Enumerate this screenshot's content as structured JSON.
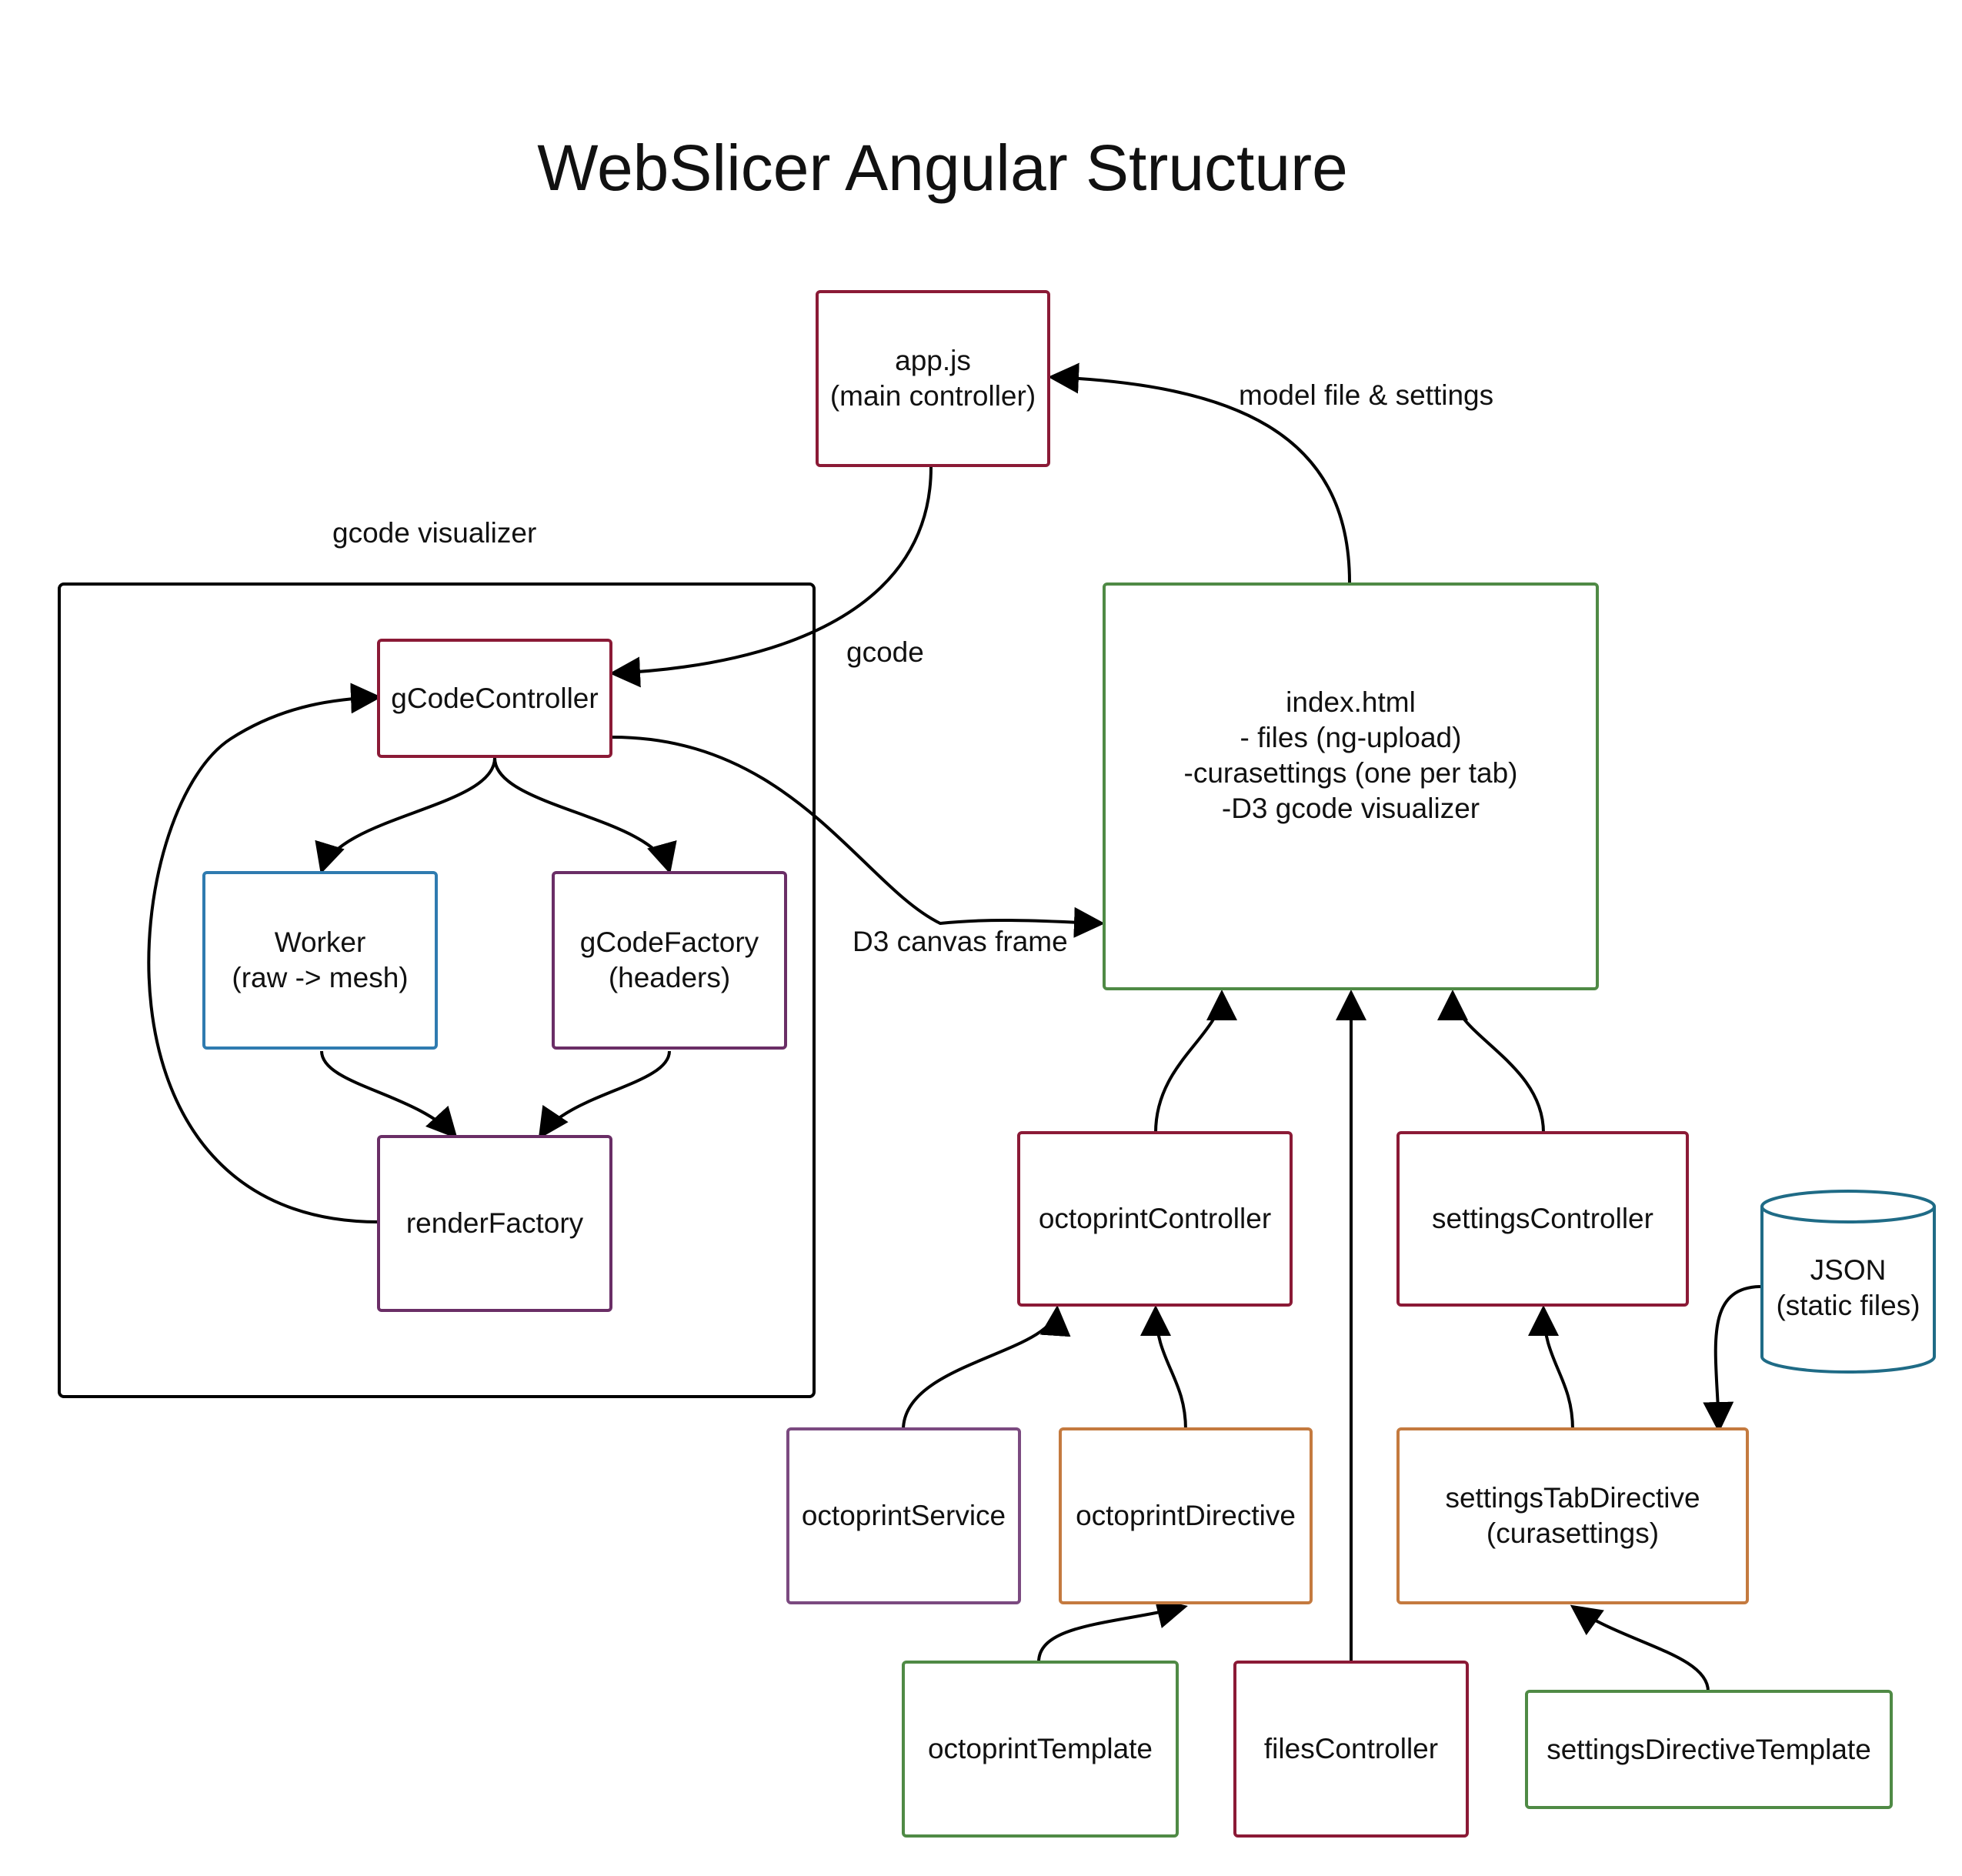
{
  "title": "WebSlicer Angular Structure",
  "groups": {
    "gcode_visualizer": "gcode visualizer"
  },
  "edge_labels": {
    "model_file_settings": "model file & settings",
    "gcode": "gcode",
    "d3_canvas_frame": "D3 canvas frame"
  },
  "nodes": {
    "app": {
      "line1": "app.js",
      "line2": "(main controller)",
      "color": "#8b1a36"
    },
    "index": {
      "line1": "index.html",
      "line2": "- files (ng-upload)",
      "line3": "-curasettings (one per tab)",
      "line4": "-D3 gcode visualizer",
      "color": "#4f8a45"
    },
    "gcode_controller": {
      "line1": "gCodeController",
      "color": "#8b1a36"
    },
    "worker": {
      "line1": "Worker",
      "line2": "(raw -> mesh)",
      "color": "#2f7bb0"
    },
    "gcode_factory": {
      "line1": "gCodeFactory",
      "line2": "(headers)",
      "color": "#6a2e66"
    },
    "render_factory": {
      "line1": "renderFactory",
      "color": "#6a2e66"
    },
    "octoprint_controller": {
      "line1": "octoprintController",
      "color": "#8b1a36"
    },
    "settings_controller": {
      "line1": "settingsController",
      "color": "#8b1a36"
    },
    "json": {
      "line1": "JSON",
      "line2": "(static files)",
      "color": "#1f6b86"
    },
    "octoprint_service": {
      "line1": "octoprintService",
      "color": "#7b4a80"
    },
    "octoprint_directive": {
      "line1": "octoprintDirective",
      "color": "#c47a3f"
    },
    "settings_tab_directive": {
      "line1": "settingsTabDirective",
      "line2": "(curasettings)",
      "color": "#c47a3f"
    },
    "octoprint_template": {
      "line1": "octoprintTemplate",
      "color": "#4f8a45"
    },
    "files_controller": {
      "line1": "filesController",
      "color": "#8b1a36"
    },
    "settings_directive_template": {
      "line1": "settingsDirectiveTemplate",
      "color": "#4f8a45"
    }
  }
}
